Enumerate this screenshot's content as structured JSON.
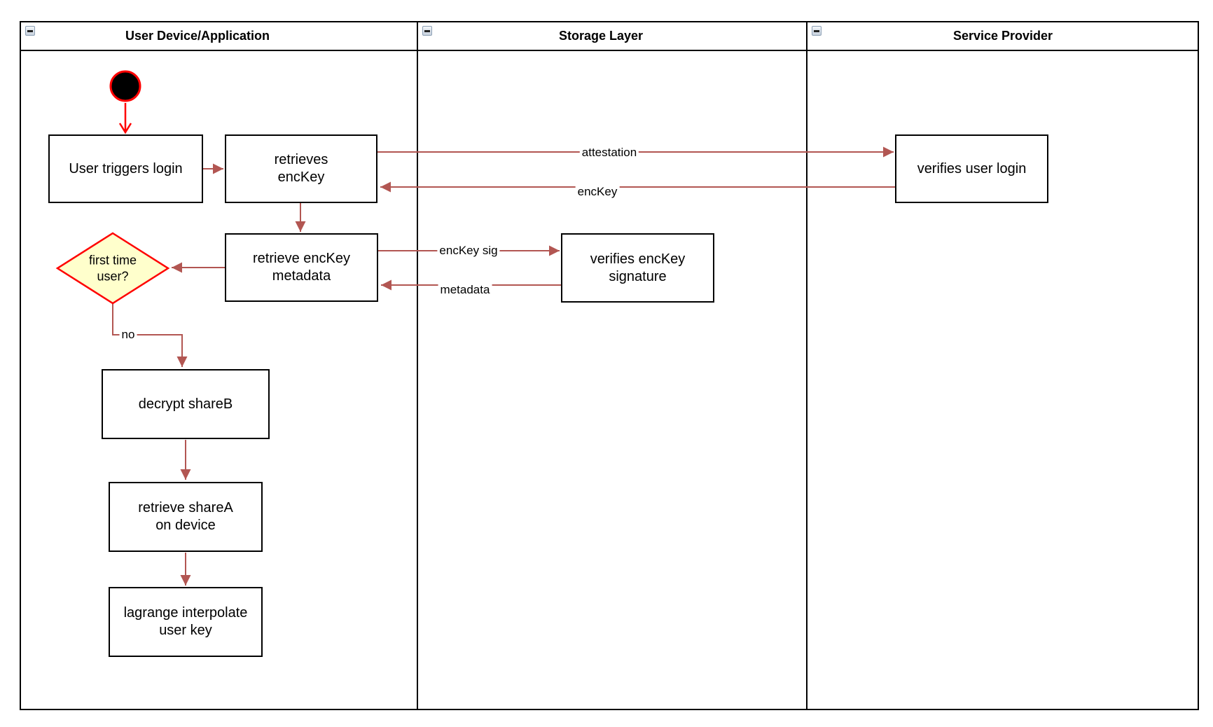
{
  "lanes": [
    {
      "title": "User Device/Application"
    },
    {
      "title": "Storage Layer"
    },
    {
      "title": "Service Provider"
    }
  ],
  "nodes": {
    "user_triggers_login": "User triggers login",
    "retrieves_enckey": "retrieves\nencKey",
    "verifies_user_login": "verifies user login",
    "retrieve_enckey_metadata": "retrieve encKey\nmetadata",
    "verifies_enckey_signature": "verifies encKey\nsignature",
    "first_time_user": "first time\nuser?",
    "decrypt_shareb": "decrypt shareB",
    "retrieve_sharea": "retrieve shareA\non device",
    "lagrange_interpolate": "lagrange interpolate\nuser key"
  },
  "edge_labels": {
    "attestation": "attestation",
    "enckey": "encKey",
    "enckey_sig": "encKey sig",
    "metadata": "metadata",
    "no": "no"
  },
  "colors": {
    "connector_red": "#b25652",
    "highlight_red": "#ff0000",
    "decision_fill": "#ffffcc",
    "node_border": "#000000",
    "node_fill": "#ffffff"
  }
}
